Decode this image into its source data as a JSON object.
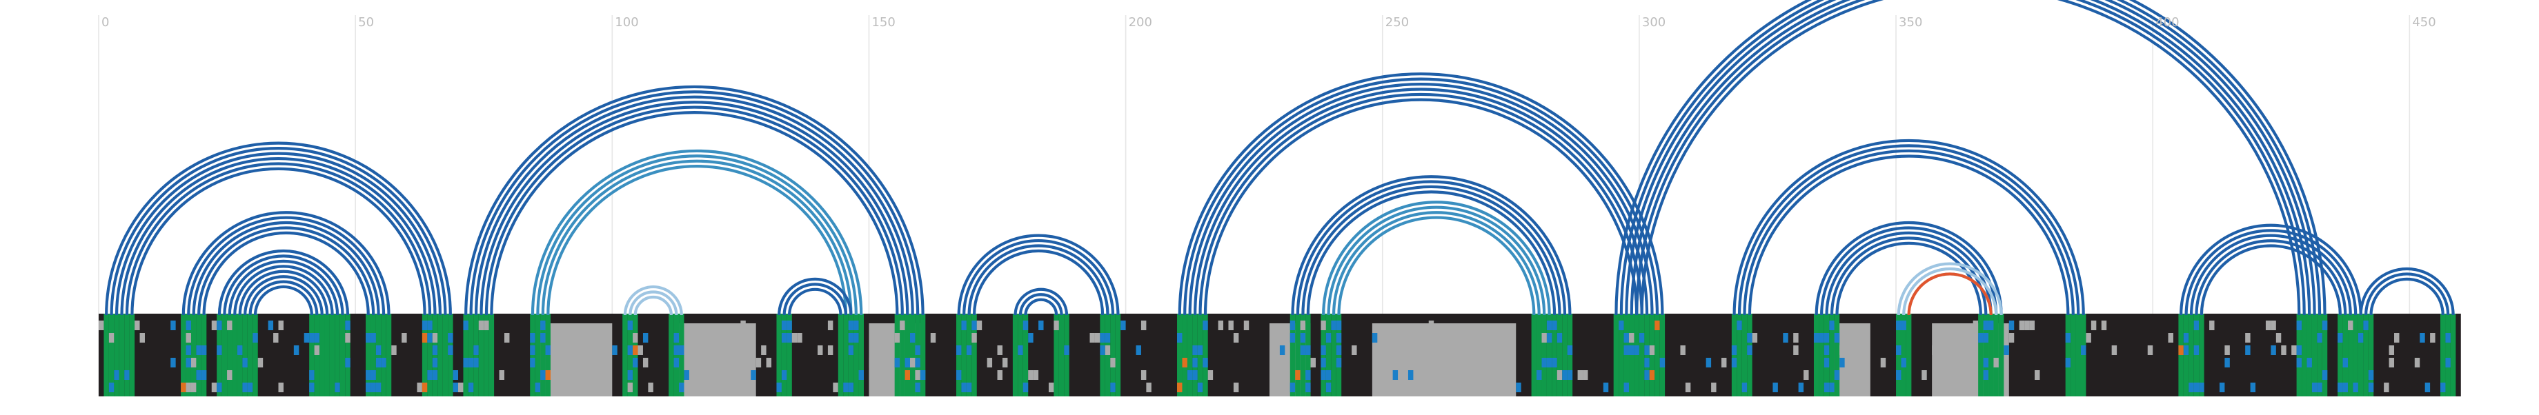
{
  "chart_data": {
    "type": "arc-diagram",
    "title": "",
    "xlabel": "",
    "ylabel": "",
    "xlim": [
      0,
      460
    ],
    "x_ticks": [
      0,
      50,
      100,
      150,
      200,
      250,
      300,
      350,
      400,
      450
    ],
    "x_tick_labels": [
      "0",
      "50",
      "100",
      "150",
      "200",
      "250",
      "300",
      "350",
      "400",
      "450"
    ],
    "grid": true,
    "legend": "none",
    "colors": {
      "arc_primary": "#1f5fa8",
      "arc_secondary": "#3a8fc0",
      "arc_faint": "#9ec5e2",
      "arc_highlight": "#e0552e",
      "track_base": "#231f20",
      "track_paired": "#109a4a",
      "track_gray": "#aaaaaa",
      "track_blue": "#1a7fc8",
      "track_orange": "#e07020"
    },
    "arc_groups": [
      {
        "start": 1,
        "end": 68,
        "count": 6,
        "color": "arc_primary"
      },
      {
        "start": 16,
        "end": 56,
        "count": 5,
        "color": "arc_primary"
      },
      {
        "start": 23,
        "end": 48,
        "count": 4,
        "color": "arc_primary"
      },
      {
        "start": 27,
        "end": 44,
        "count": 4,
        "color": "arc_primary"
      },
      {
        "start": 71,
        "end": 160,
        "count": 6,
        "color": "arc_primary"
      },
      {
        "start": 84,
        "end": 148,
        "count": 4,
        "color": "arc_secondary"
      },
      {
        "start": 102,
        "end": 113,
        "count": 3,
        "color": "arc_faint"
      },
      {
        "start": 132,
        "end": 146,
        "count": 3,
        "color": "arc_primary"
      },
      {
        "start": 167,
        "end": 198,
        "count": 4,
        "color": "arc_primary"
      },
      {
        "start": 178,
        "end": 188,
        "count": 3,
        "color": "arc_primary"
      },
      {
        "start": 210,
        "end": 304,
        "count": 6,
        "color": "arc_primary"
      },
      {
        "start": 232,
        "end": 286,
        "count": 4,
        "color": "arc_primary"
      },
      {
        "start": 238,
        "end": 282,
        "count": 4,
        "color": "arc_secondary"
      },
      {
        "start": 295,
        "end": 433,
        "count": 6,
        "color": "arc_primary"
      },
      {
        "start": 318,
        "end": 386,
        "count": 4,
        "color": "arc_primary"
      },
      {
        "start": 334,
        "end": 370,
        "count": 5,
        "color": "arc_primary"
      },
      {
        "start": 350,
        "end": 370,
        "count": 3,
        "color": "arc_faint"
      },
      {
        "start": 352,
        "end": 368,
        "count": 1,
        "color": "arc_highlight"
      },
      {
        "start": 405,
        "end": 440,
        "count": 5,
        "color": "arc_primary"
      },
      {
        "start": 440,
        "end": 458,
        "count": 3,
        "color": "arc_primary"
      }
    ]
  }
}
